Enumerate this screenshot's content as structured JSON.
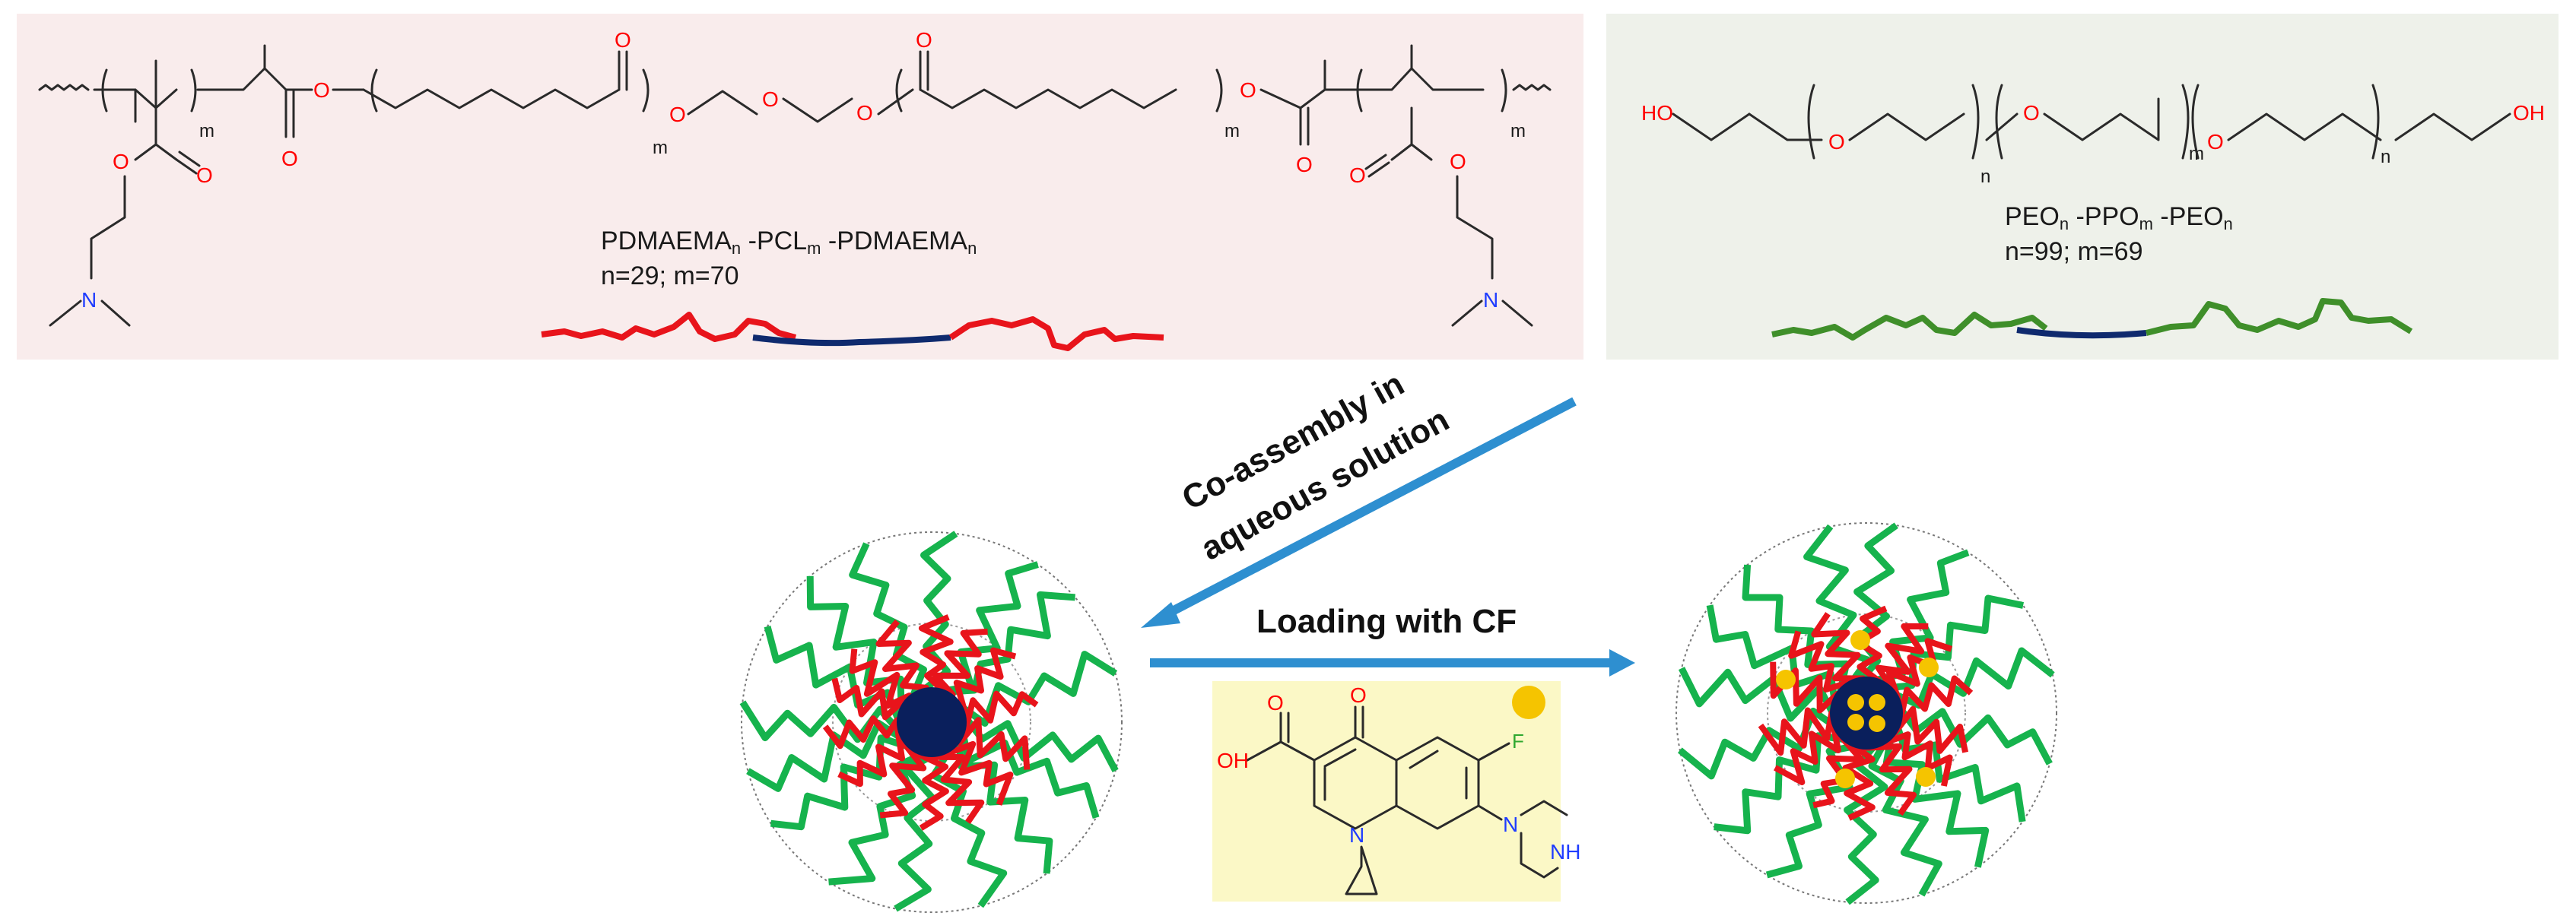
{
  "polymer_left": {
    "name": "PDMAEMAn -PCLm -PDMAEMAn",
    "name_parts": [
      "PDMAEMA",
      "n",
      " -PCL",
      "m",
      " -PDMAEMA",
      "n"
    ],
    "params": "n=29; m=70",
    "subscripts": {
      "n": "n",
      "m": "m"
    }
  },
  "polymer_right": {
    "name": "PEOn -PPOm -PEOn",
    "name_parts": [
      "PEO",
      "n",
      " -PPO",
      "m",
      " -PEO",
      "n"
    ],
    "params": "n=99; m=69",
    "end_groups": [
      "HO",
      "OH"
    ],
    "subscripts": {
      "n": "n",
      "m": "m"
    }
  },
  "atoms": {
    "O": "O",
    "N": "N",
    "F": "F",
    "OH": "OH",
    "NH": "NH",
    "HO": "HO"
  },
  "arrows": {
    "coassembly": "Co-assembly in aqueous solution",
    "coassembly_line1": "Co-assembly in",
    "coassembly_line2": "aqueous solution",
    "loading": "Loading with CF"
  },
  "colors": {
    "pdmaema_chain": "#e8141b",
    "pcl_ppo_core": "#0f2a6e",
    "peo_chain": "#3f8f2a",
    "micelle_corona": "#16b34d",
    "micelle_core": "#0a1f5c",
    "drug": "#f5c400",
    "arrow": "#2e8fd0",
    "drug_box": "#fbf8c6",
    "left_panel": "#f9ecec",
    "right_panel": "#eef1ea"
  },
  "icons": [
    "micelle-empty",
    "micelle-drug-loaded",
    "ciprofloxacin-structure",
    "drug-dot"
  ]
}
